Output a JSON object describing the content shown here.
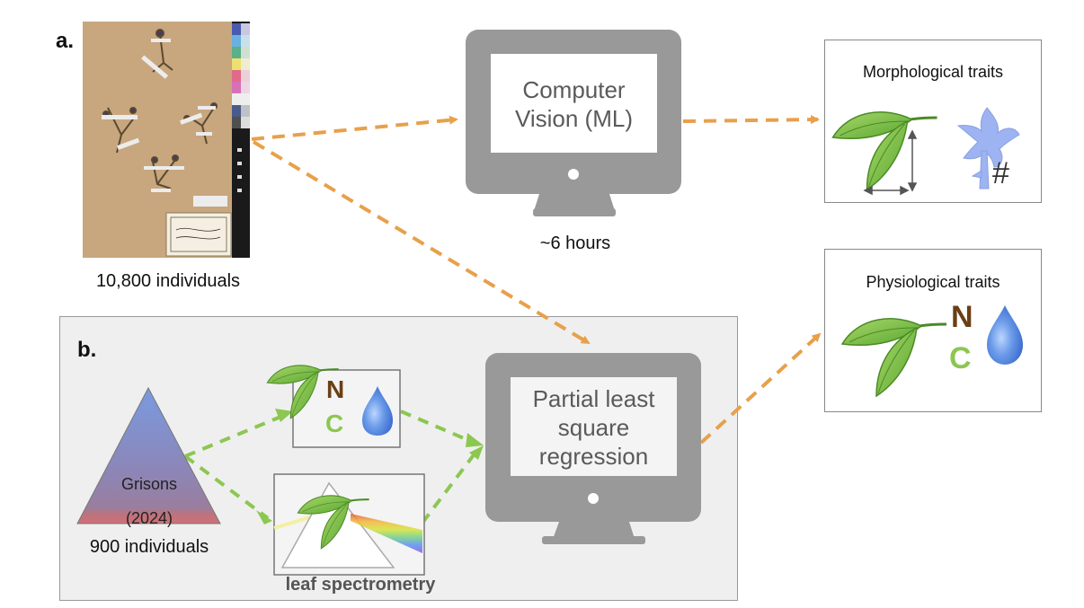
{
  "panel_a": {
    "label": "a.",
    "herbarium_caption": "10,800 individuals",
    "computer_vision": {
      "line1": "Computer",
      "line2": "Vision (ML)"
    },
    "duration": "~6 hours",
    "morphological": {
      "title": "Morphological traits",
      "count_symbol": "#"
    }
  },
  "panel_b": {
    "label": "b.",
    "triangle": {
      "line1": "Grisons",
      "line2": "(2024)"
    },
    "sample_caption": "900 individuals",
    "chem": {
      "n": "N",
      "c": "C"
    },
    "spectrometry_caption": "leaf spectrometry",
    "plsr": {
      "line1": "Partial least",
      "line2": "square",
      "line3": "regression"
    }
  },
  "physiological": {
    "title": "Physiological traits",
    "n": "N",
    "c": "C"
  },
  "colors": {
    "orange_arrow": "#E8A04A",
    "green_arrow": "#8CC751",
    "monitor_gray": "#999999",
    "panel_b_bg": "#EFEFEF",
    "nitrogen_brown": "#6B3F14",
    "carbon_green": "#8CC751",
    "flower_blue": "#9DB3F2"
  }
}
